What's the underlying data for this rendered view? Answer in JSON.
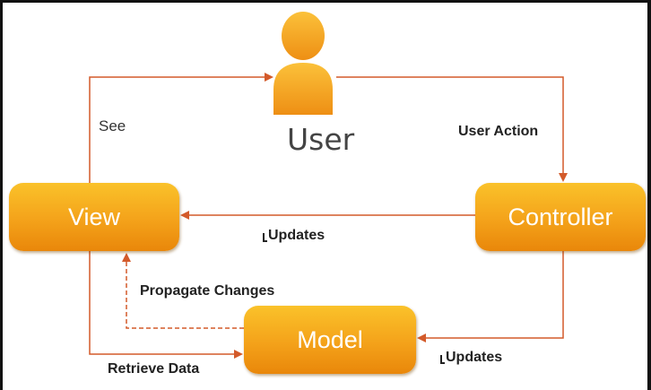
{
  "nodes": {
    "user": {
      "label": "User"
    },
    "view": {
      "label": "View"
    },
    "controller": {
      "label": "Controller"
    },
    "model": {
      "label": "Model"
    }
  },
  "edges": {
    "see": {
      "label": "See"
    },
    "user_action": {
      "label": "User Action"
    },
    "updates_view": {
      "label": "Updates"
    },
    "propagate_changes": {
      "label": "Propagate Changes"
    },
    "retrieve_data": {
      "label": "Retrieve Data"
    },
    "updates_model": {
      "label": "Updates"
    }
  },
  "colors": {
    "node_fill": "#f4a21a",
    "node_text": "#ffffff",
    "connector": "#d35a2a",
    "user_icon": "#f29e1e",
    "frame": "#111111"
  },
  "icons": {
    "user": "person-icon"
  }
}
